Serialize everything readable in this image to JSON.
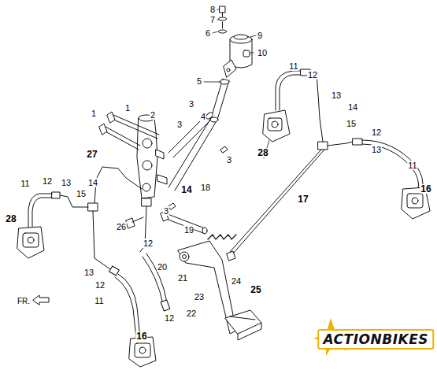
{
  "diagram": {
    "labels": [
      "8",
      "7",
      "6",
      "9",
      "10",
      "5",
      "11",
      "12",
      "13",
      "14",
      "15",
      "12",
      "13",
      "11",
      "16",
      "28",
      "1",
      "2",
      "3",
      "4",
      "3",
      "3",
      "1",
      "27",
      "14",
      "18",
      "17",
      "11",
      "12",
      "13",
      "15",
      "14",
      "28",
      "26",
      "3",
      "19",
      "12",
      "20",
      "21",
      "23",
      "24",
      "25",
      "22",
      "13",
      "12",
      "11",
      "12",
      "16",
      "FR.",
      "ACTIONBIKES"
    ]
  }
}
